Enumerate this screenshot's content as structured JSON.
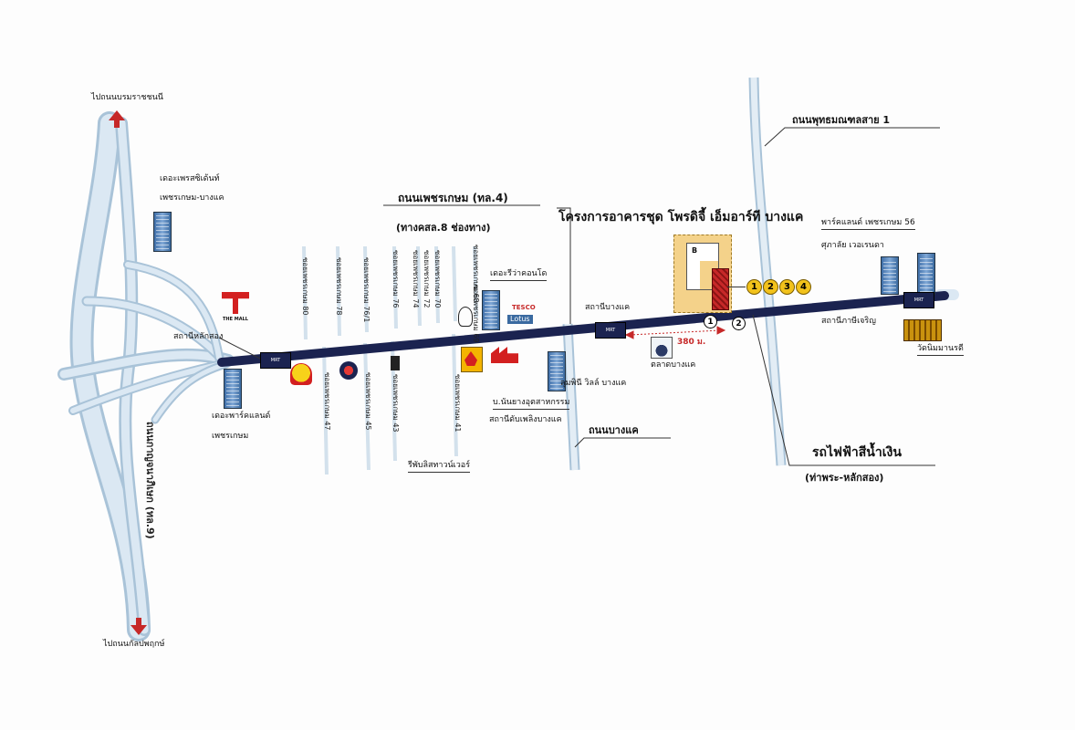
{
  "colors": {
    "road_light": "#cfe0ee",
    "road_light_edge": "#a9c3d8",
    "main_road": "#1b2350",
    "project_site": "#f4d28a",
    "tower": "#c62828",
    "marker_yellow": "#f2c21b",
    "arrow_red": "#c62828",
    "distance_red": "#c62828"
  },
  "labels": {
    "to_north": "ไปถนนบรมราชชนนี",
    "to_south": "ไปถนนกัลปพฤกษ์",
    "kanchana_road": "ถนนกาญจนาภิเษก (ทล.9)",
    "phetkasem_road": "ถนนเพชรเกษม (ทล.4)",
    "phetkasem_sub": "(ทางคสล.8 ช่องทาง)",
    "project_title": "โครงการอาคารชุด โพรดิจี้ เอ็มอาร์ที บางแค",
    "phutthamonthon": "ถนนพุทธมณฑลสาย 1",
    "bangkhae_road": "ถนนบางแค",
    "blue_line": "รถไฟฟ้าสีน้ำเงิน",
    "blue_line_sub": "(ท่าพระ-หลักสอง)",
    "the_prestige": "เดอะเพรสซิเด้นท์",
    "the_prestige_sub": "เพชรเกษม-บางแค",
    "park_land": "พาร์คแลนด์ เพชรเกษม 56",
    "supalai": "ศุภาลัย เวอเรนดา",
    "the_parkland": "เดอะพาร์คแลนด์",
    "the_parkland_sub": "เพชรเกษม",
    "lak_song": "สถานีหลักสอง",
    "bang_khae": "สถานีบางแค",
    "phasi_charoen": "สถานีภาษีเจริญ",
    "riva": "เดอะรีว่าคอนโด",
    "lumpini": "ลุมพินี วิลล์ บางแค",
    "bangkhae_market": "ตลาดบางแค",
    "distance": "380 ม.",
    "fire_station": "สถานีดับเพลิงบางแค",
    "factory": "บ.นันยางอุตสาหกรรม",
    "river_power": "รีพับลิสทาวน์เวอร์",
    "wat": "วัดนิมมานรดี",
    "the_mall": "THE MALL",
    "tesco": "TESCO",
    "lotus": "Lotus",
    "site_letter": "B"
  },
  "sois": [
    "ซอยเพชรเกษม 80",
    "ซอยเพชรเกษม 78",
    "ซอยเพชรเกษม 76/1",
    "ซอยเพชรเกษม 76",
    "ซอยเพชรเกษม 74",
    "ซอยเพชรเกษม 72",
    "ซอยเพชรเกษม 70",
    "ซอยเพชรเกษม 68",
    "ซอยเพชรเกษม 69",
    "ซอยเพชรเกษม 47",
    "ซอยเพชรเกษม 45",
    "ซอยเพชรเกษม 43",
    "ซอยเพชรเกษม 41"
  ],
  "mrt_badge": "MRT",
  "project_markers": [
    "1",
    "2",
    "3",
    "4"
  ],
  "exits": [
    "1",
    "2"
  ],
  "icons": {
    "shell": "shell-logo-icon",
    "ptt": "ptt-logo-icon",
    "mall": "the-mall-logo-icon"
  }
}
